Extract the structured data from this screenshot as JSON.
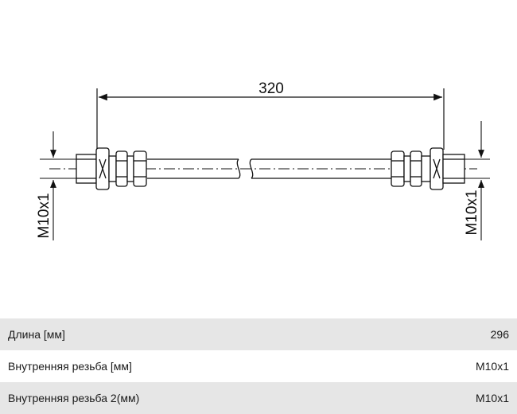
{
  "drawing": {
    "overall_length": "320",
    "left_thread": "M10x1",
    "right_thread": "M10x1"
  },
  "specs": [
    {
      "label": "Длина [мм]",
      "value": "296"
    },
    {
      "label": "Внутренняя резьба [мм]",
      "value": "M10x1"
    },
    {
      "label": "Внутренняя резьба 2(мм)",
      "value": "M10x1"
    }
  ]
}
